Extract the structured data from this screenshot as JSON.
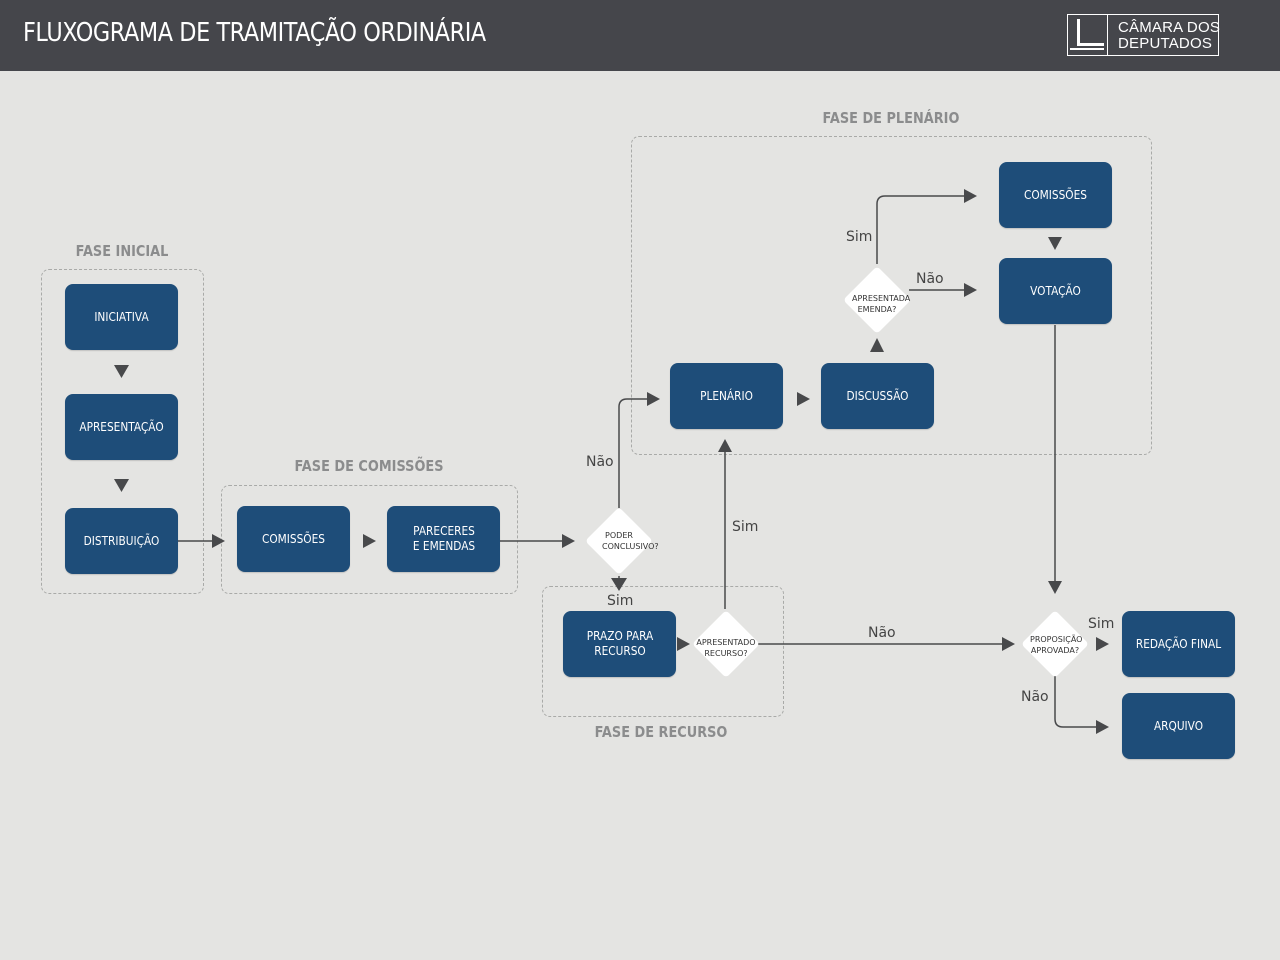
{
  "header": {
    "title": "FLUXOGRAMA DE TRAMITAÇÃO ORDINÁRIA",
    "logo_line1": "CÂMARA DOS",
    "logo_line2": "DEPUTADOS"
  },
  "colors": {
    "header_bg": "#45464b",
    "canvas_bg": "#e4e4e2",
    "node_fill": "#1e4d79",
    "decision_fill": "#ffffff",
    "connector": "#48494b",
    "phase_label": "#8b8c8d"
  },
  "phases": {
    "inicial": "FASE INICIAL",
    "comissoes": "FASE DE COMISSÕES",
    "recurso": "FASE DE RECURSO",
    "plenario": "FASE DE PLENÁRIO"
  },
  "nodes": {
    "iniciativa": "INICIATIVA",
    "apresentacao": "APRESENTAÇÃO",
    "distribuicao": "DISTRIBUIÇÃO",
    "comissoes": "COMISSÕES",
    "pareceres": "PARECERES E EMENDAS",
    "prazo": "PRAZO PARA RECURSO",
    "plenario": "PLENÁRIO",
    "discussao": "DISCUSSÃO",
    "comissoes_plen": "COMISSÕES",
    "votacao": "VOTAÇÃO",
    "redacao": "REDAÇÃO FINAL",
    "arquivo": "ARQUIVO"
  },
  "decisions": {
    "poder_conclusivo": "PODER CONCLUSIVO?",
    "apresentado_recurso": "APRESENTADO RECURSO?",
    "apresentada_emenda": "APRESENTADA EMENDA?",
    "proposicao_aprovada": "PROPOSIÇÃO APROVADA?"
  },
  "labels": {
    "nao_conclusivo": "Não",
    "sim_conclusivo": "Sim",
    "sim_recurso": "Sim",
    "nao_recurso": "Não",
    "sim_emenda": "Sim",
    "nao_emenda": "Não",
    "sim_aprovada": "Sim",
    "nao_aprovada": "Não"
  }
}
